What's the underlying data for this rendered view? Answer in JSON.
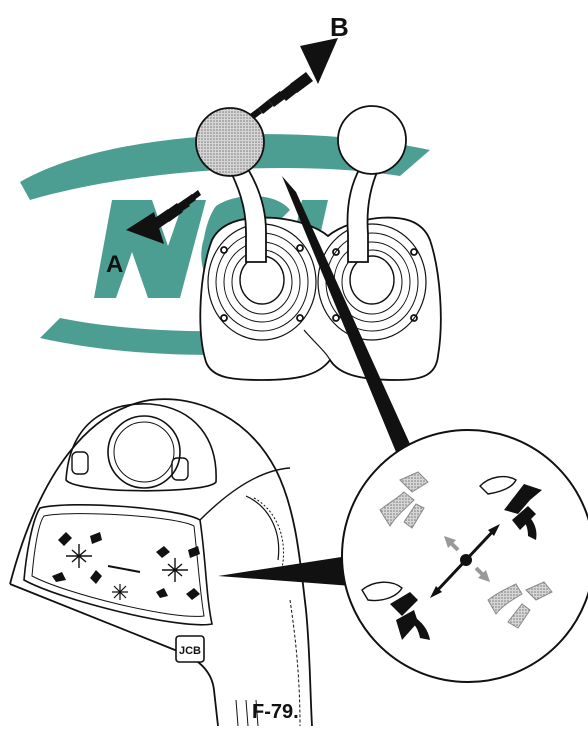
{
  "labels": {
    "direction_a": "A",
    "direction_b": "B"
  },
  "caption": "F-79.",
  "badge_text": "JCB",
  "watermark_text": "NCI",
  "colors": {
    "watermark_teal": "#2e8e80",
    "active_knob": "#b8b8b8",
    "ink": "#111111"
  }
}
